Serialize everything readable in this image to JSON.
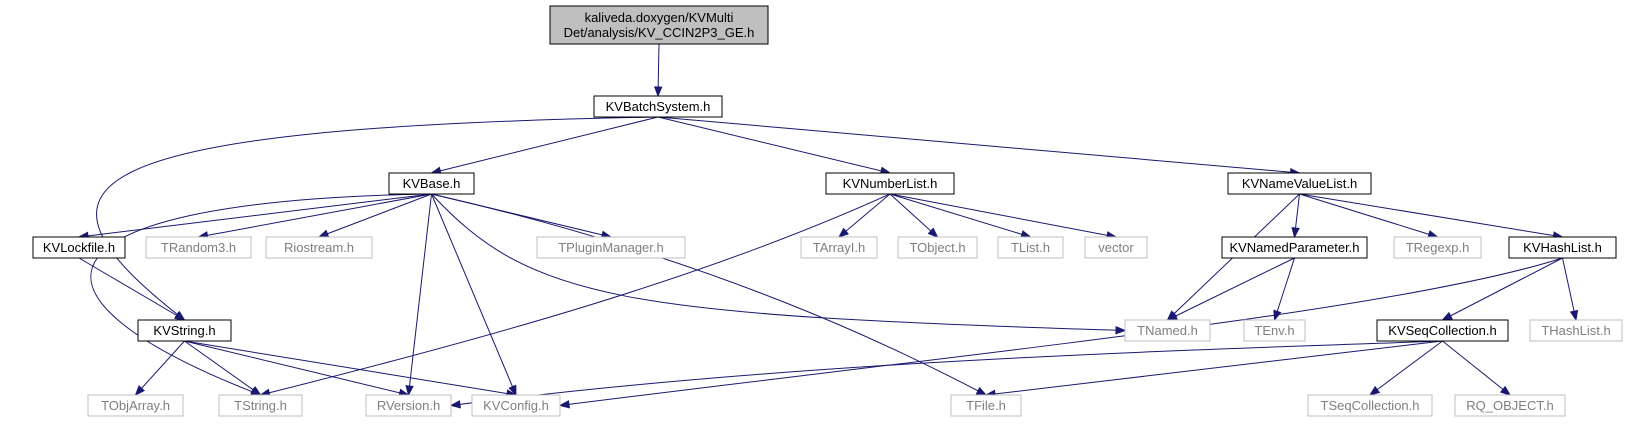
{
  "graph": {
    "nodes": [
      {
        "id": "root",
        "kind": "root",
        "lines": [
          "kaliveda.doxygen/KVMulti",
          "Det/analysis/KV_CCIN2P3_GE.h"
        ]
      },
      {
        "id": "batch",
        "kind": "main",
        "lines": [
          "KVBatchSystem.h"
        ]
      },
      {
        "id": "base",
        "kind": "main",
        "lines": [
          "KVBase.h"
        ]
      },
      {
        "id": "numlist",
        "kind": "main",
        "lines": [
          "KVNumberList.h"
        ]
      },
      {
        "id": "nvlist",
        "kind": "main",
        "lines": [
          "KVNameValueList.h"
        ]
      },
      {
        "id": "lockfile",
        "kind": "main",
        "lines": [
          "KVLockfile.h"
        ]
      },
      {
        "id": "trandom",
        "kind": "ext",
        "lines": [
          "TRandom3.h"
        ]
      },
      {
        "id": "riostream",
        "kind": "ext",
        "lines": [
          "Riostream.h"
        ]
      },
      {
        "id": "tplugin",
        "kind": "ext",
        "lines": [
          "TPluginManager.h"
        ]
      },
      {
        "id": "tarrayi",
        "kind": "ext",
        "lines": [
          "TArrayI.h"
        ]
      },
      {
        "id": "tobject",
        "kind": "ext",
        "lines": [
          "TObject.h"
        ]
      },
      {
        "id": "tlist",
        "kind": "ext",
        "lines": [
          "TList.h"
        ]
      },
      {
        "id": "vector",
        "kind": "ext",
        "lines": [
          "vector"
        ]
      },
      {
        "id": "namedpar",
        "kind": "main",
        "lines": [
          "KVNamedParameter.h"
        ]
      },
      {
        "id": "tregexp",
        "kind": "ext",
        "lines": [
          "TRegexp.h"
        ]
      },
      {
        "id": "hashlist",
        "kind": "main",
        "lines": [
          "KVHashList.h"
        ]
      },
      {
        "id": "kvstring",
        "kind": "main",
        "lines": [
          "KVString.h"
        ]
      },
      {
        "id": "tnamed",
        "kind": "ext",
        "lines": [
          "TNamed.h"
        ]
      },
      {
        "id": "tenv",
        "kind": "ext",
        "lines": [
          "TEnv.h"
        ]
      },
      {
        "id": "seqcoll",
        "kind": "main",
        "lines": [
          "KVSeqCollection.h"
        ]
      },
      {
        "id": "thashlist",
        "kind": "ext",
        "lines": [
          "THashList.h"
        ]
      },
      {
        "id": "tobjarray",
        "kind": "ext",
        "lines": [
          "TObjArray.h"
        ]
      },
      {
        "id": "tstring",
        "kind": "ext",
        "lines": [
          "TString.h"
        ]
      },
      {
        "id": "rversion",
        "kind": "ext",
        "lines": [
          "RVersion.h"
        ]
      },
      {
        "id": "kvconfig",
        "kind": "ext",
        "lines": [
          "KVConfig.h"
        ]
      },
      {
        "id": "tfile",
        "kind": "ext",
        "lines": [
          "TFile.h"
        ]
      },
      {
        "id": "tseqcoll",
        "kind": "ext",
        "lines": [
          "TSeqCollection.h"
        ]
      },
      {
        "id": "rqobject",
        "kind": "ext",
        "lines": [
          "RQ_OBJECT.h"
        ]
      }
    ],
    "edges": [
      {
        "from": "root",
        "to": "batch"
      },
      {
        "from": "batch",
        "to": "base"
      },
      {
        "from": "batch",
        "to": "numlist"
      },
      {
        "from": "batch",
        "to": "nvlist"
      },
      {
        "from": "batch",
        "to": "kvstring"
      },
      {
        "from": "base",
        "to": "lockfile"
      },
      {
        "from": "base",
        "to": "trandom"
      },
      {
        "from": "base",
        "to": "riostream"
      },
      {
        "from": "base",
        "to": "tplugin"
      },
      {
        "from": "base",
        "to": "tstring"
      },
      {
        "from": "base",
        "to": "rversion"
      },
      {
        "from": "base",
        "to": "kvconfig"
      },
      {
        "from": "base",
        "to": "tnamed"
      },
      {
        "from": "base",
        "to": "tfile"
      },
      {
        "from": "lockfile",
        "to": "kvstring"
      },
      {
        "from": "numlist",
        "to": "tarrayi"
      },
      {
        "from": "numlist",
        "to": "tobject"
      },
      {
        "from": "numlist",
        "to": "tlist"
      },
      {
        "from": "numlist",
        "to": "vector"
      },
      {
        "from": "numlist",
        "to": "tstring"
      },
      {
        "from": "nvlist",
        "to": "tnamed"
      },
      {
        "from": "nvlist",
        "to": "namedpar"
      },
      {
        "from": "nvlist",
        "to": "tregexp"
      },
      {
        "from": "nvlist",
        "to": "hashlist"
      },
      {
        "from": "namedpar",
        "to": "tnamed"
      },
      {
        "from": "namedpar",
        "to": "tenv"
      },
      {
        "from": "hashlist",
        "to": "seqcoll"
      },
      {
        "from": "hashlist",
        "to": "thashlist"
      },
      {
        "from": "hashlist",
        "to": "kvconfig"
      },
      {
        "from": "kvstring",
        "to": "tobjarray"
      },
      {
        "from": "kvstring",
        "to": "tstring"
      },
      {
        "from": "kvstring",
        "to": "rversion"
      },
      {
        "from": "kvstring",
        "to": "kvconfig"
      },
      {
        "from": "seqcoll",
        "to": "tseqcoll"
      },
      {
        "from": "seqcoll",
        "to": "rqobject"
      },
      {
        "from": "seqcoll",
        "to": "tfile"
      },
      {
        "from": "seqcoll",
        "to": "rversion"
      }
    ]
  }
}
